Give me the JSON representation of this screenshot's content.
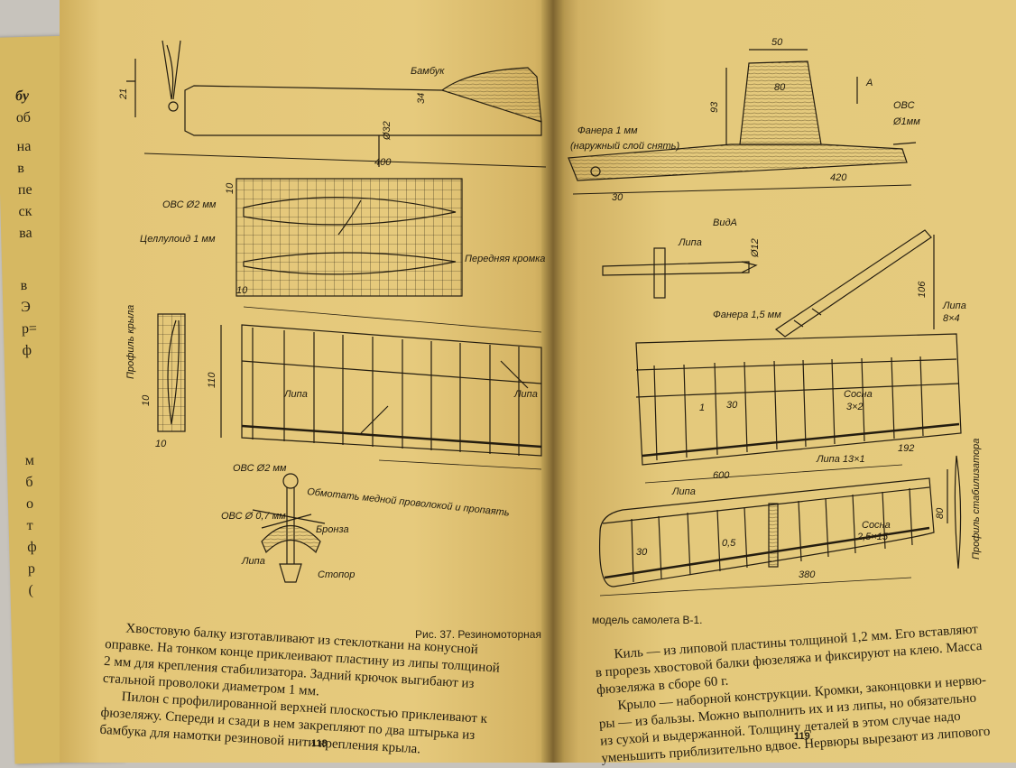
{
  "left_page": {
    "number": "118",
    "caption": "Рис. 37. Резиномоторная",
    "body": [
      "Хвостовую балку изготавливают из стеклоткани на конусной",
      "оправке. На тонком конце приклеивают пластину из липы толщиной",
      "2 мм для крепления стабилизатора. Задний крючок выгибают из",
      "стальной проволоки диаметром 1 мм.",
      "Пилон с профилированной верхней плоскостью приклеивают к",
      "фюзеляжу. Спереди и сзади в нем закрепляют по два штырька из",
      "бамбука для намотки резиновой нити крепления крыла."
    ],
    "labels": {
      "dim_21": "21",
      "bamboo": "Бамбук",
      "dim_34": "34",
      "dim_32": "Ø32",
      "dim_400": "400",
      "ovs2": "ОВС Ø2 мм",
      "celluloid": "Целлулоид 1 мм",
      "leading_edge": "Передняя кромка",
      "dim_10a": "10",
      "dim_10b": "10",
      "profile": "Профиль крыла",
      "dim_10c": "10",
      "dim_10d": "10",
      "dim_110": "110",
      "lipa1": "Липа",
      "lipa2": "Липа",
      "ovs2b": "ОВС Ø2 мм",
      "ovs07": "ОВС Ø 0,7 мм",
      "wrap": "Обмотать медной проволокой и пропаять",
      "bronze": "Бронза",
      "lipa3": "Липа",
      "stopper": "Стопор"
    }
  },
  "right_page": {
    "number": "119",
    "caption": "модель самолета В-1.",
    "body": [
      "Киль — из липовой пластины толщиной 1,2 мм. Его вставляют",
      "в прорезь хвостовой балки фюзеляжа и фиксируют на клею. Масса",
      "фюзеляжа в сборе 60 г.",
      "Крыло — наборной конструкции. Кромки, законцовки и нервю-",
      "ры — из бальзы. Можно выполнить их и из липы, но обязательно",
      "из сухой и выдержанной. Толщину деталей в этом случае надо",
      "уменьшить приблизительно вдвое. Нервюры вырезают из липового"
    ],
    "labels": {
      "dim_50": "50",
      "dim_80": "80",
      "view_a_arrow": "A",
      "ovs": "ОВС",
      "ovs_dia": "Ø1мм",
      "dim_93": "93",
      "plywood1": "Фанера 1 мм",
      "outer_layer": "(наружный слой снять)",
      "dim_30a": "30",
      "dim_420": "420",
      "view_a": "ВидА",
      "lipa_a": "Липа",
      "dim_12": "Ø12",
      "dim_106": "106",
      "plywood15": "Фанера 1,5 мм",
      "lipa_8x4": "Липа",
      "sz_8x4": "8×4",
      "dim_1": "1",
      "dim_30b": "30",
      "pine1": "Сосна",
      "sz_3x2": "3×2",
      "dim_600": "600",
      "lipa_13": "Липа 13×1",
      "dim_192": "192",
      "lipa_b": "Липа",
      "pine2": "Сосна",
      "sz_25": "2,5×15",
      "dim_80b": "80",
      "dim_30c": "30",
      "dim_05": "0,5",
      "dim_380": "380",
      "stab_profile": "Профиль стабилизатора"
    }
  },
  "back_page": {
    "fragments": [
      "бу",
      "об",
      "на",
      "в",
      "пе",
      "ск",
      "ва",
      "в",
      "Э",
      "р=",
      "ф",
      "м",
      "б",
      "о",
      "т",
      "ф",
      "р",
      "("
    ]
  }
}
